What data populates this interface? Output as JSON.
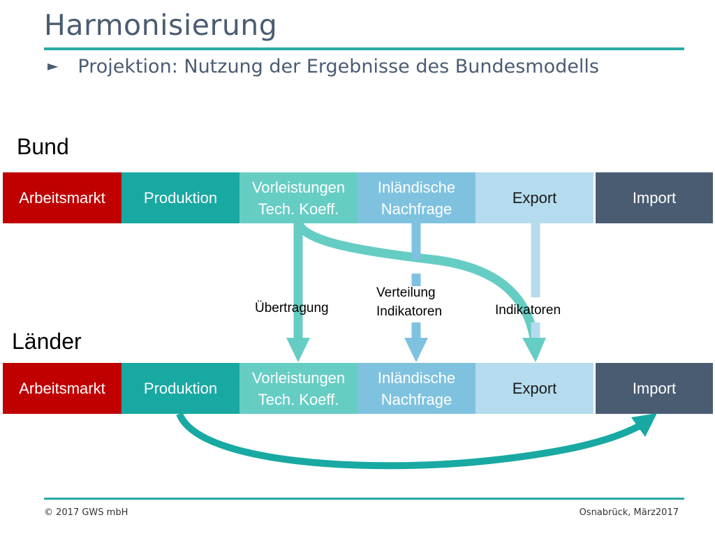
{
  "header": {
    "title": "Harmonisierung",
    "bullet_symbol": "►",
    "bullet_text": "Projektion: Nutzung der Ergebnisse des Bundesmodells"
  },
  "sections": {
    "bund": "Bund",
    "laender": "Länder"
  },
  "rows": {
    "bund": [
      {
        "label": "Arbeitsmarkt",
        "color": "#c00000",
        "text_color": "#ffffff"
      },
      {
        "label": "Produktion",
        "color": "#18a9a2",
        "text_color": "#ffffff"
      },
      {
        "label": "Vorleistungen\nTech. Koeff.",
        "color": "#66cdc4",
        "text_color": "#ffffff"
      },
      {
        "label": "Inländische\nNachfrage",
        "color": "#7fc2e0",
        "text_color": "#ffffff"
      },
      {
        "label": "Export",
        "color": "#b5dcee",
        "text_color": "#1a1a1a"
      },
      {
        "label": "Import",
        "color": "#4a5c72",
        "text_color": "#ffffff"
      }
    ],
    "laender": [
      {
        "label": "Arbeitsmarkt",
        "color": "#c00000",
        "text_color": "#ffffff"
      },
      {
        "label": "Produktion",
        "color": "#18a9a2",
        "text_color": "#ffffff"
      },
      {
        "label": "Vorleistungen\nTech. Koeff.",
        "color": "#66cdc4",
        "text_color": "#ffffff"
      },
      {
        "label": "Inländische\nNachfrage",
        "color": "#7fc2e0",
        "text_color": "#ffffff"
      },
      {
        "label": "Export",
        "color": "#b5dcee",
        "text_color": "#1a1a1a"
      },
      {
        "label": "Import",
        "color": "#4a5c72",
        "text_color": "#ffffff"
      }
    ]
  },
  "connector_labels": {
    "uebertragung": "Übertragung",
    "verteilung": "Verteilung\nIndikatoren",
    "indikatoren": "Indikatoren"
  },
  "colors": {
    "accent": "#2aaaa3",
    "title": "#4a5c72",
    "arrow_teal": "#66cdc4",
    "arrow_blue": "#7fc2e0",
    "arrow_lightblue": "#b5dcee",
    "arrow_dark_teal": "#18a9a2"
  },
  "footer": {
    "left": "© 2017 GWS mbH",
    "right": "Osnabrück, März2017"
  }
}
